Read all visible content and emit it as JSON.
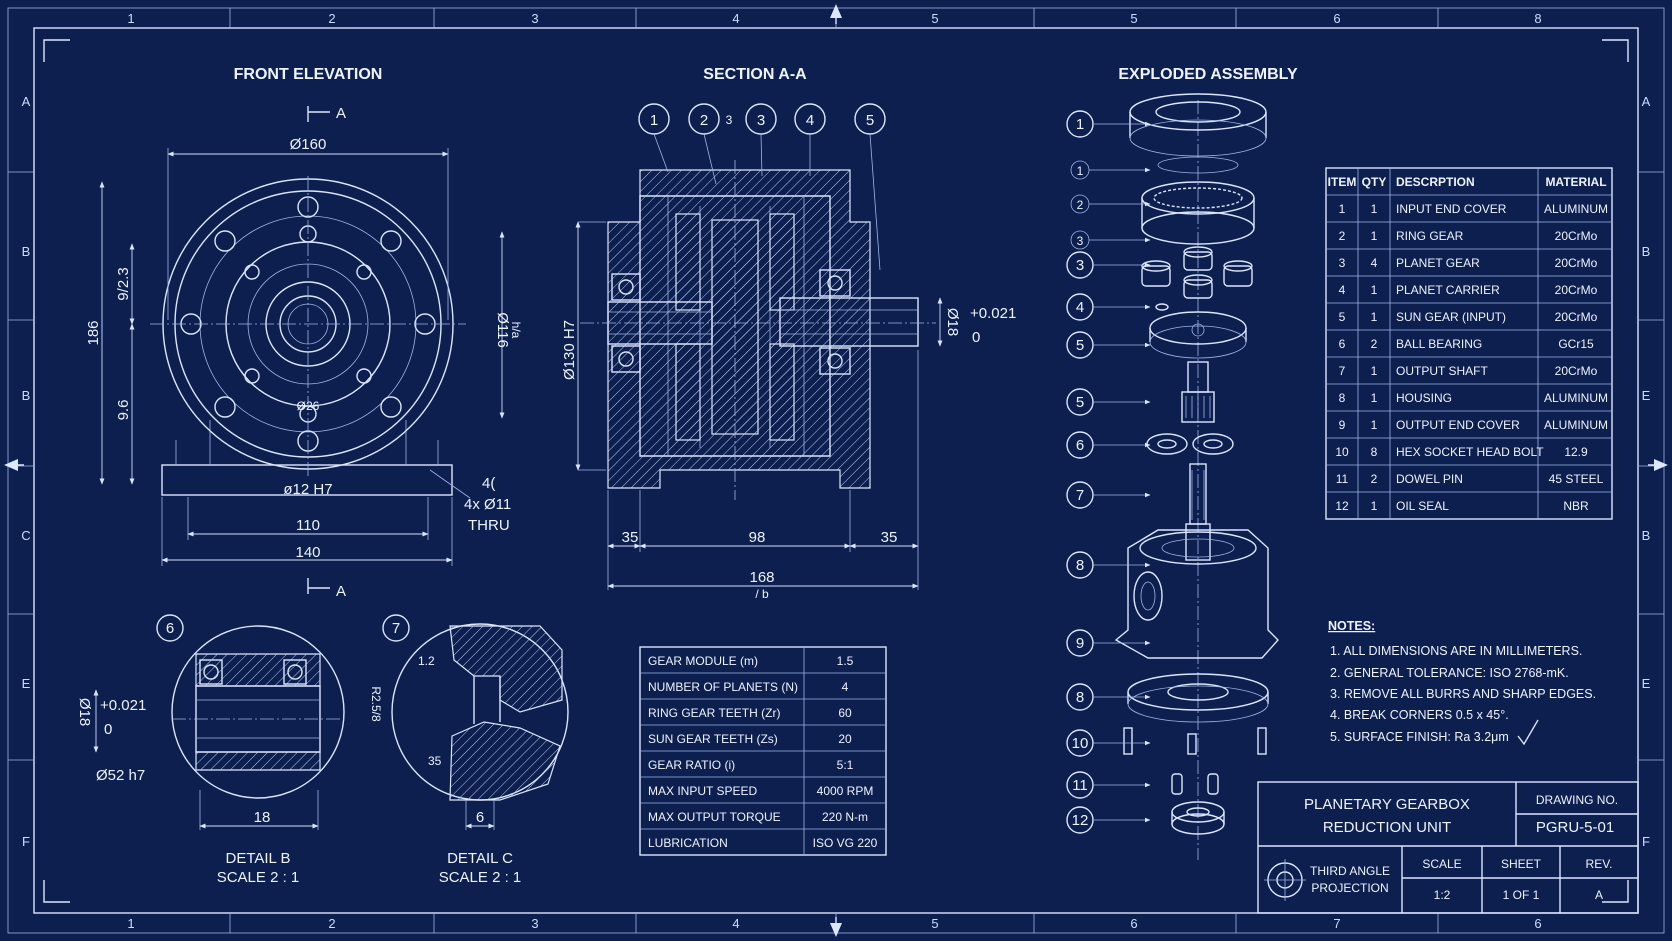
{
  "colors": {
    "background": "#0c1f4f",
    "line": "#dbe6ff",
    "accent": "#eef3ff"
  },
  "zones": {
    "top": [
      "1",
      "2",
      "3",
      "4",
      "5",
      "5",
      "6",
      "8"
    ],
    "bottom": [
      "1",
      "2",
      "3",
      "4",
      "5",
      "6",
      "7",
      "6"
    ],
    "left": [
      "A",
      "B",
      "B",
      "C",
      "E",
      "F"
    ],
    "right": [
      "A",
      "B",
      "E",
      "B",
      "E",
      "F"
    ]
  },
  "views": {
    "front": {
      "title": "FRONT ELEVATION",
      "section_mark": "A",
      "dims": {
        "top": "Ø160",
        "height": "186",
        "inner_upper": "9/2.3",
        "inner_lower": "9.6",
        "bore": "Ø116",
        "bore_sub": "h/a",
        "center_label": "ø12 H7",
        "label_lower": "Ø26",
        "holes_top": "4(",
        "holes": "4x Ø11",
        "holes_thru": "THRU",
        "base_inner": "110",
        "base_outer": "140"
      }
    },
    "section": {
      "title": "SECTION A-A",
      "balloons": [
        "1",
        "2",
        "3",
        "3",
        "4",
        "5"
      ],
      "dims": {
        "bore": "Ø130 H7",
        "shaft": "Ø18",
        "tol_upper": "+0.021",
        "tol_lower": "0",
        "left": "35",
        "middle": "98",
        "right": "35",
        "overall": "168",
        "overall_sub": "/ b"
      }
    },
    "exploded": {
      "title": "EXPLODED ASSEMBLY",
      "balloons": [
        "1",
        "1",
        "2",
        "3",
        "3",
        "4",
        "5",
        "5",
        "6",
        "7",
        "8",
        "9",
        "8",
        "10",
        "11",
        "12"
      ]
    },
    "detail_b": {
      "balloon": "6",
      "dims": {
        "shaft": "Ø18",
        "tol_upper": "+0.021",
        "tol_lower": "0",
        "bore": "Ø52 h7",
        "width": "18"
      },
      "title": "DETAIL B",
      "scale": "SCALE 2 : 1"
    },
    "detail_c": {
      "balloon": "7",
      "dims": {
        "radius": "1.2",
        "depth": "R2.5/8",
        "width": "6",
        "mark": "35"
      },
      "title": "DETAIL C",
      "scale": "SCALE 2 : 1"
    }
  },
  "bom": {
    "headers": [
      "ITEM",
      "QTY",
      "DESCRPTION",
      "MATERIAL"
    ],
    "rows": [
      [
        "1",
        "1",
        "INPUT END COVER",
        "ALUMINUM"
      ],
      [
        "2",
        "1",
        "RING GEAR",
        "20CrMo"
      ],
      [
        "3",
        "4",
        "PLANET GEAR",
        "20CrMo"
      ],
      [
        "4",
        "1",
        "PLANET CARRIER",
        "20CrMo"
      ],
      [
        "5",
        "1",
        "SUN GEAR (INPUT)",
        "20CrMo"
      ],
      [
        "6",
        "2",
        "BALL BEARING",
        "GCr15"
      ],
      [
        "7",
        "1",
        "OUTPUT SHAFT",
        "20CrMo"
      ],
      [
        "8",
        "1",
        "HOUSING",
        "ALUMINUM"
      ],
      [
        "9",
        "1",
        "OUTPUT END COVER",
        "ALUMINUM"
      ],
      [
        "10",
        "8",
        "HEX SOCKET HEAD BOLT",
        "12.9"
      ],
      [
        "11",
        "2",
        "DOWEL PIN",
        "45 STEEL"
      ],
      [
        "12",
        "1",
        "OIL SEAL",
        "NBR"
      ]
    ]
  },
  "specs": [
    [
      "GEAR MODULE (m)",
      "1.5"
    ],
    [
      "NUMBER OF PLANETS (N)",
      "4"
    ],
    [
      "RING GEAR TEETH (Zr)",
      "60"
    ],
    [
      "SUN GEAR TEETH (Zs)",
      "20"
    ],
    [
      "GEAR RATIO (i)",
      "5:1"
    ],
    [
      "MAX INPUT SPEED",
      "4000 RPM"
    ],
    [
      "MAX OUTPUT TORQUE",
      "220 N-m"
    ],
    [
      "LUBRICATION",
      "ISO VG 220"
    ]
  ],
  "notes": {
    "title": "NOTES:",
    "items": [
      "1.  ALL DIMENSIONS ARE IN MILLIMETERS.",
      "2.  GENERAL TOLERANCE: ISO 2768-mK.",
      "3.  REMOVE ALL BURRS AND SHARP EDGES.",
      "4.  BREAK CORNERS 0.5 x 45°.",
      "5.  SURFACE FINISH: Ra 3.2μm"
    ]
  },
  "title_block": {
    "title_line1": "PLANETARY GEARBOX",
    "title_line2": "REDUCTION UNIT",
    "drawing_no_label": "DRAWING NO.",
    "drawing_no": "PGRU-5-01",
    "projection_line1": "THIRD ANGLE",
    "projection_line2": "PROJECTION",
    "scale_label": "SCALE",
    "scale": "1:2",
    "sheet_label": "SHEET",
    "sheet": "1 OF 1",
    "rev_label": "REV.",
    "rev": "A"
  }
}
